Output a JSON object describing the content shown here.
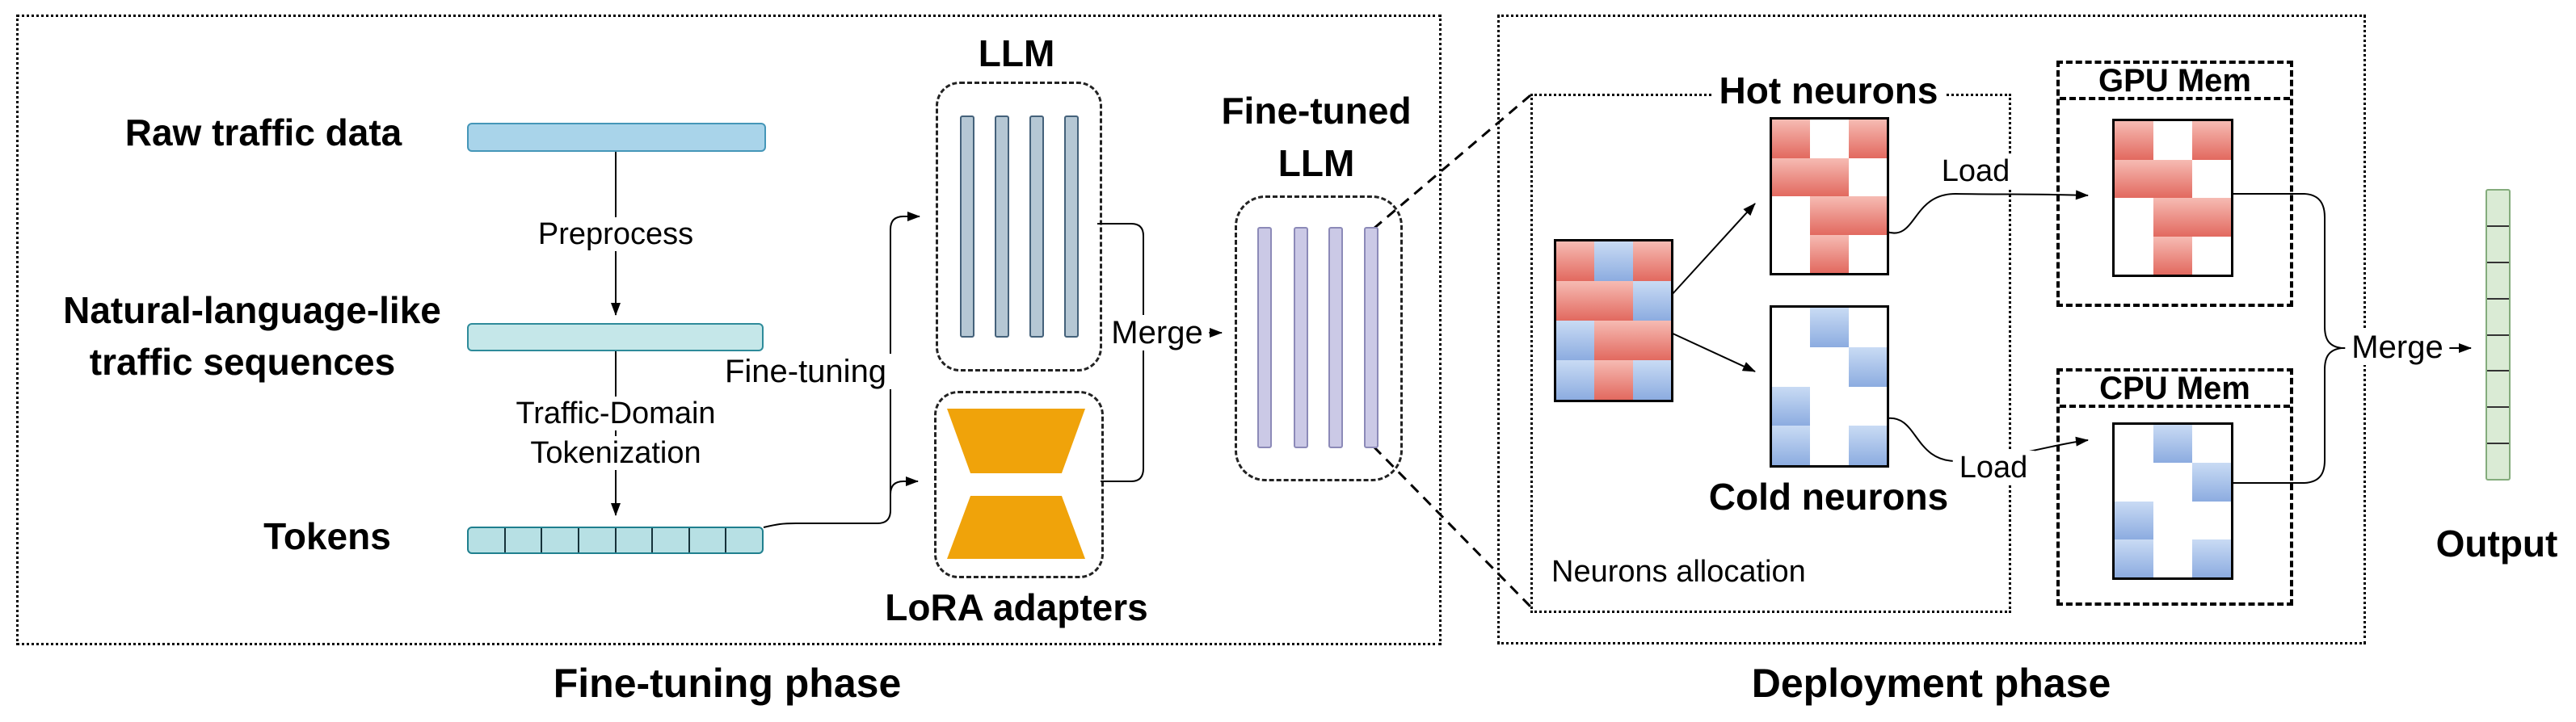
{
  "fine_tuning": {
    "phase_label": "Fine-tuning phase",
    "raw_traffic_label": "Raw traffic data",
    "preprocess_label": "Preprocess",
    "nl_line1": "Natural-language-like",
    "nl_line2": "traffic sequences",
    "tokenization_line1": "Traffic-Domain",
    "tokenization_line2": "Tokenization",
    "tokens_label": "Tokens",
    "token_segments": 8,
    "fine_tuning_label": "Fine-tuning",
    "llm_title": "LLM",
    "lora_title": "LoRA adapters",
    "merge_label": "Merge",
    "fine_tuned_line1": "Fine-tuned",
    "fine_tuned_line2": "LLM"
  },
  "deployment": {
    "phase_label": "Deployment phase",
    "neurons_allocation_label": "Neurons allocation",
    "hot_label": "Hot neurons",
    "cold_label": "Cold neurons",
    "load_top_label": "Load",
    "load_bottom_label": "Load",
    "gpu_mem_label": "GPU Mem",
    "cpu_mem_label": "CPU Mem",
    "merge_label": "Merge",
    "output_label": "Output",
    "output_segments": 8
  },
  "matrices": {
    "source": [
      "RBR",
      "RRB",
      "BRR",
      "BRB"
    ],
    "hot": [
      "R.R",
      "RR.",
      ".RR",
      ".R."
    ],
    "cold": [
      ".B.",
      "..B",
      "B..",
      "B.B"
    ],
    "gpu_mem": [
      "R.R",
      "RR.",
      ".RR",
      ".R."
    ],
    "cpu_mem": [
      ".B.",
      "..B",
      "B..",
      "B.B"
    ]
  },
  "colors": {
    "bar-blue-fill": "#A9D4EA",
    "bar-blue-border": "#4596B8",
    "bar-cyan-fill": "#C5E7E9",
    "bar-cyan-border": "#2E8B9A",
    "token-fill": "#B7E0E4",
    "token-border": "#1F7F8E",
    "llm-bar-fill": "#B5C7D4",
    "llm-bar-border": "#44617A",
    "ft-bar-fill": "#CBC9E6",
    "ft-bar-border": "#8C8AB8",
    "lora-orange": "#F0A30A",
    "red-light": "#F6BBB3",
    "red-dark": "#E2695F",
    "blue-light": "#C9DBF4",
    "blue-dark": "#8CACE0",
    "output-fill": "#DAEBD5",
    "output-border": "#84AC7C"
  }
}
